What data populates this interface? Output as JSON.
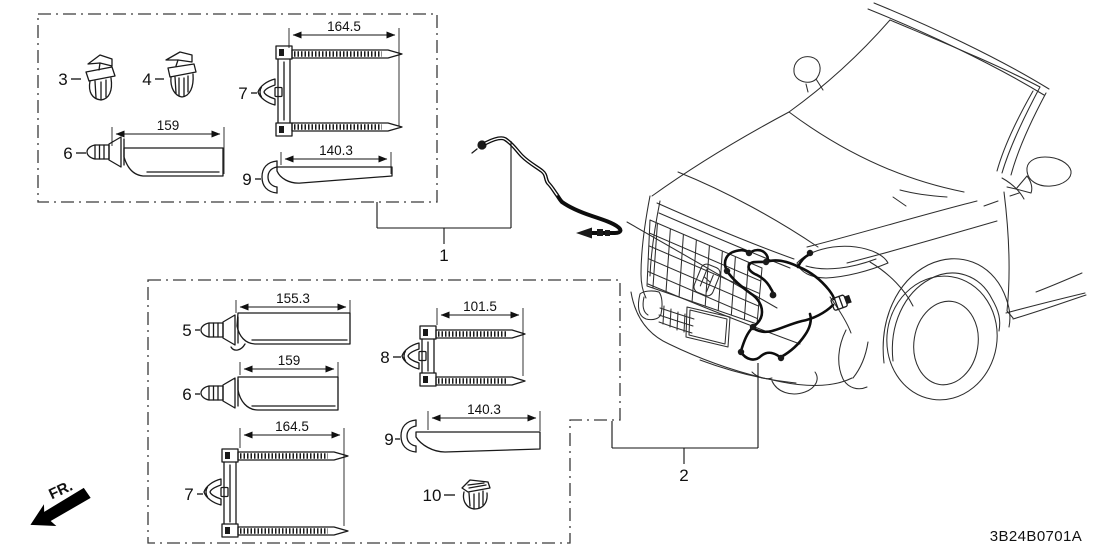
{
  "diagram_code": "3B24B0701A",
  "direction_label": "FR.",
  "callouts": {
    "harness_1": "1",
    "harness_2": "2"
  },
  "box1": {
    "items": [
      {
        "ref": "3"
      },
      {
        "ref": "4"
      },
      {
        "ref": "7",
        "length": "164.5"
      },
      {
        "ref": "6",
        "length": "159"
      },
      {
        "ref": "9",
        "length": "140.3"
      }
    ]
  },
  "box2": {
    "items": [
      {
        "ref": "5",
        "length": "155.3"
      },
      {
        "ref": "8",
        "length": "101.5"
      },
      {
        "ref": "6",
        "length": "159"
      },
      {
        "ref": "7",
        "length": "164.5"
      },
      {
        "ref": "9",
        "length": "140.3"
      },
      {
        "ref": "10"
      }
    ]
  }
}
